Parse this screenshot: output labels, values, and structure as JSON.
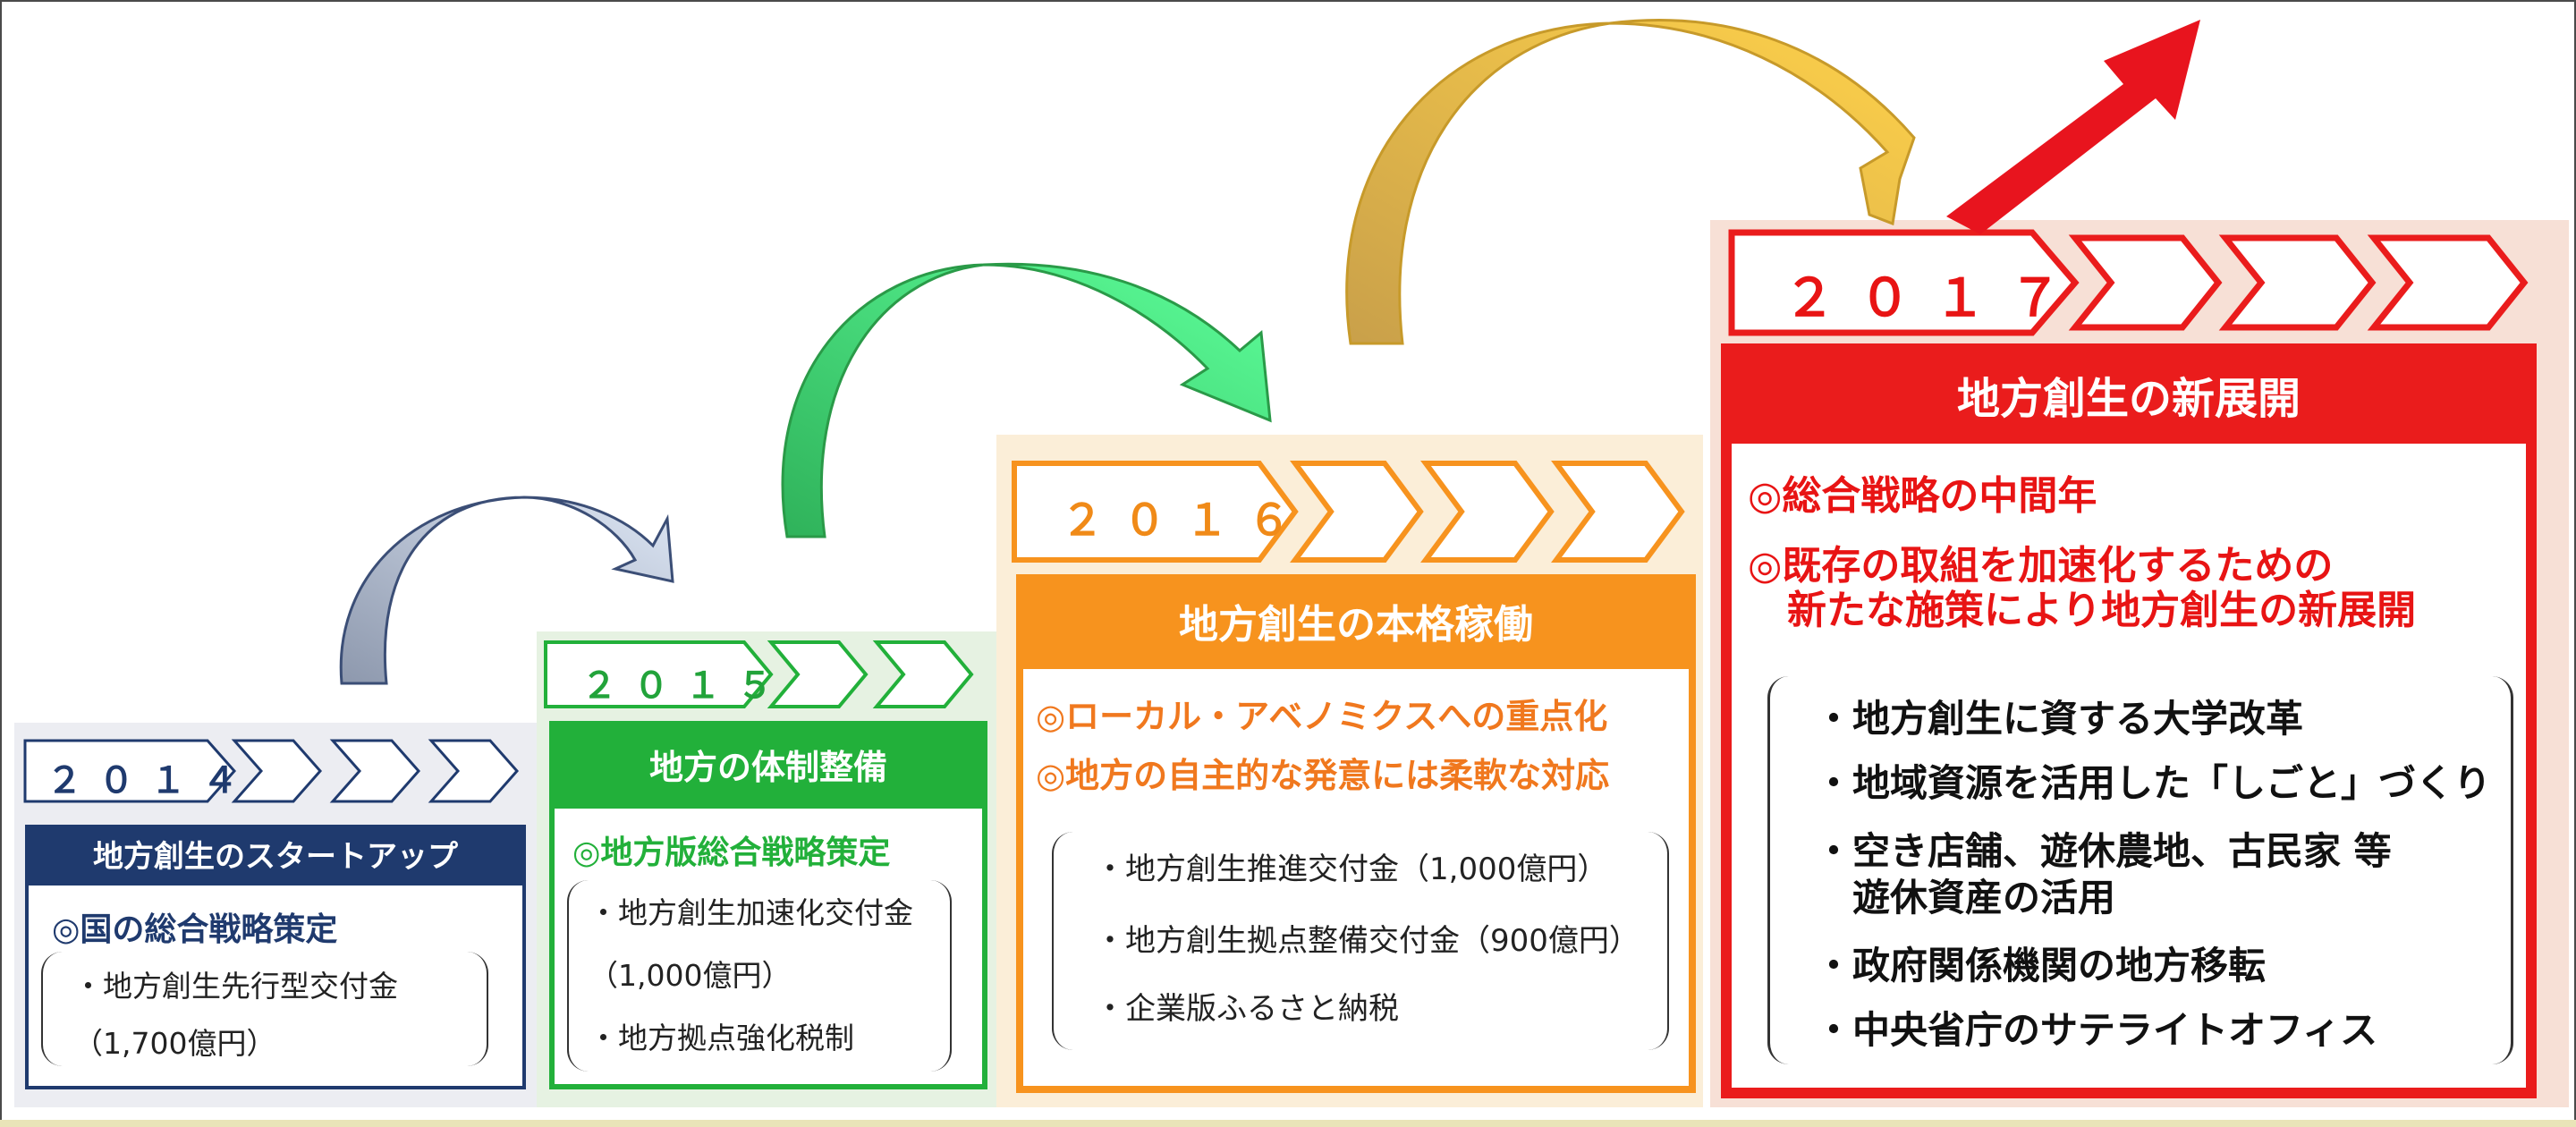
{
  "stages": {
    "s2014": {
      "year": "２０１４",
      "title": "地方創生のスタートアップ",
      "lead": "◎国の総合戦略策定",
      "items": [
        "・地方創生先行型交付金",
        "（1,700億円）"
      ]
    },
    "s2015": {
      "year": "２０１５",
      "title": "地方の体制整備",
      "lead": "◎地方版総合戦略策定",
      "items": [
        "・地方創生加速化交付金",
        "（1,000億円）",
        "・地方拠点強化税制"
      ]
    },
    "s2016": {
      "year": "２０１６",
      "title": "地方創生の本格稼働",
      "leads": [
        "◎ローカル・アベノミクスへの重点化",
        "◎地方の自主的な発意には柔軟な対応"
      ],
      "items": [
        "・地方創生推進交付金（1,000億円）",
        "・地方創生拠点整備交付金（900億円）",
        "・企業版ふるさと納税"
      ]
    },
    "s2017": {
      "year": "２０１７",
      "title": "地方創生の新展開",
      "leads": [
        "◎総合戦略の中間年",
        "◎既存の取組を加速化するための",
        "　新たな施策により地方創生の新展開"
      ],
      "items": [
        "・地方創生に資する大学改革",
        "・地域資源を活用した「しごと」づくり",
        "・空き店舗、遊休農地、古民家 等",
        "　遊休資産の活用",
        "・政府関係機関の地方移転",
        "・中央省庁のサテライトオフィス"
      ]
    }
  },
  "colors": {
    "s2014": "#1f3a6e",
    "s2015": "#22b03a",
    "s2016": "#f7931e",
    "s2017": "#ea1c1c"
  }
}
